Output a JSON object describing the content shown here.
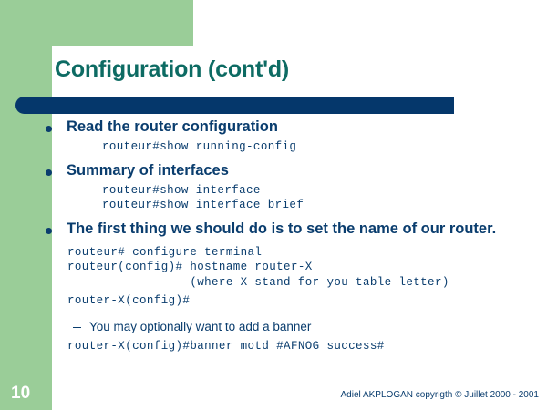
{
  "slide": {
    "title": "Configuration (cont'd)",
    "page_number": "10",
    "copyright": "Adiel AKPLOGAN copyrigth © Juillet 2000 - 2001",
    "colors": {
      "green": "#9acd98",
      "title_teal": "#0d6b63",
      "navy": "#0a3d6e",
      "bar_navy": "#05376b",
      "white": "#ffffff"
    }
  },
  "content": {
    "bullets": [
      {
        "label": "Read the router configuration",
        "code": [
          "routeur#show running-config"
        ]
      },
      {
        "label": "Summary of interfaces",
        "code": [
          "routeur#show interface",
          "routeur#show interface brief"
        ]
      },
      {
        "label": "The first thing we should do is to set the name of our router.",
        "code": [
          "routeur# configure terminal",
          "routeur(config)# hostname router-X",
          "                 (where X stand for you table letter)",
          "router-X(config)#"
        ],
        "sub_bullet": "You may optionally want to add  a banner",
        "sub_code": [
          "router-X(config)#banner motd #AFNOG success#"
        ]
      }
    ]
  }
}
